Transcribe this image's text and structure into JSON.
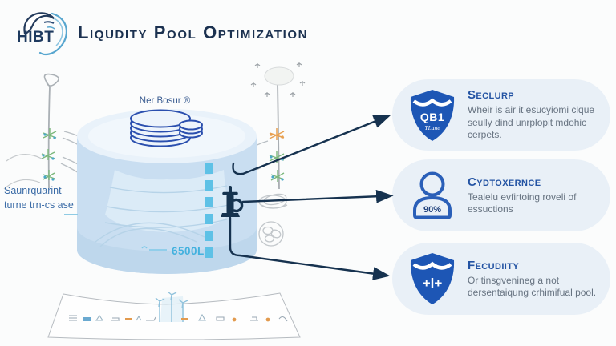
{
  "header": {
    "logo_text": "HIBT",
    "title": "Liqudity Pool Optimization"
  },
  "tank": {
    "label": "Ner Bosur ®",
    "volume": "6500L"
  },
  "left_note": {
    "line1": "Saunrquarint -",
    "line2": "turne trn-cs ase"
  },
  "cards": [
    {
      "icon": "shield-badge-icon",
      "badge_line1": "QB1",
      "badge_line2": "TLane",
      "title": "Seclurp",
      "body": "Wheir is air it esucyiomi clque seully dind unrplopit mdohic cerpets."
    },
    {
      "icon": "person-icon",
      "badge": "90%",
      "title": "Cydtoxernce",
      "body": "Tealelu evfirtoing roveli of essuctions"
    },
    {
      "icon": "shield-plus-icon",
      "badge": "+l+",
      "title": "Fecudiity",
      "body": "Or tinsgvenineg a not dersentaiqung crhimifual pool."
    }
  ],
  "colors": {
    "accent_navy": "#16324f",
    "card_bg": "#e9f0f7",
    "shield_blue": "#1d56b5",
    "card_title_blue": "#2353a3",
    "tank_body_blue": "#c9def1",
    "tank_top_blue": "#e9f2fa",
    "gauge_blue": "#5ec1e6",
    "volume_blue": "#43b1de"
  }
}
